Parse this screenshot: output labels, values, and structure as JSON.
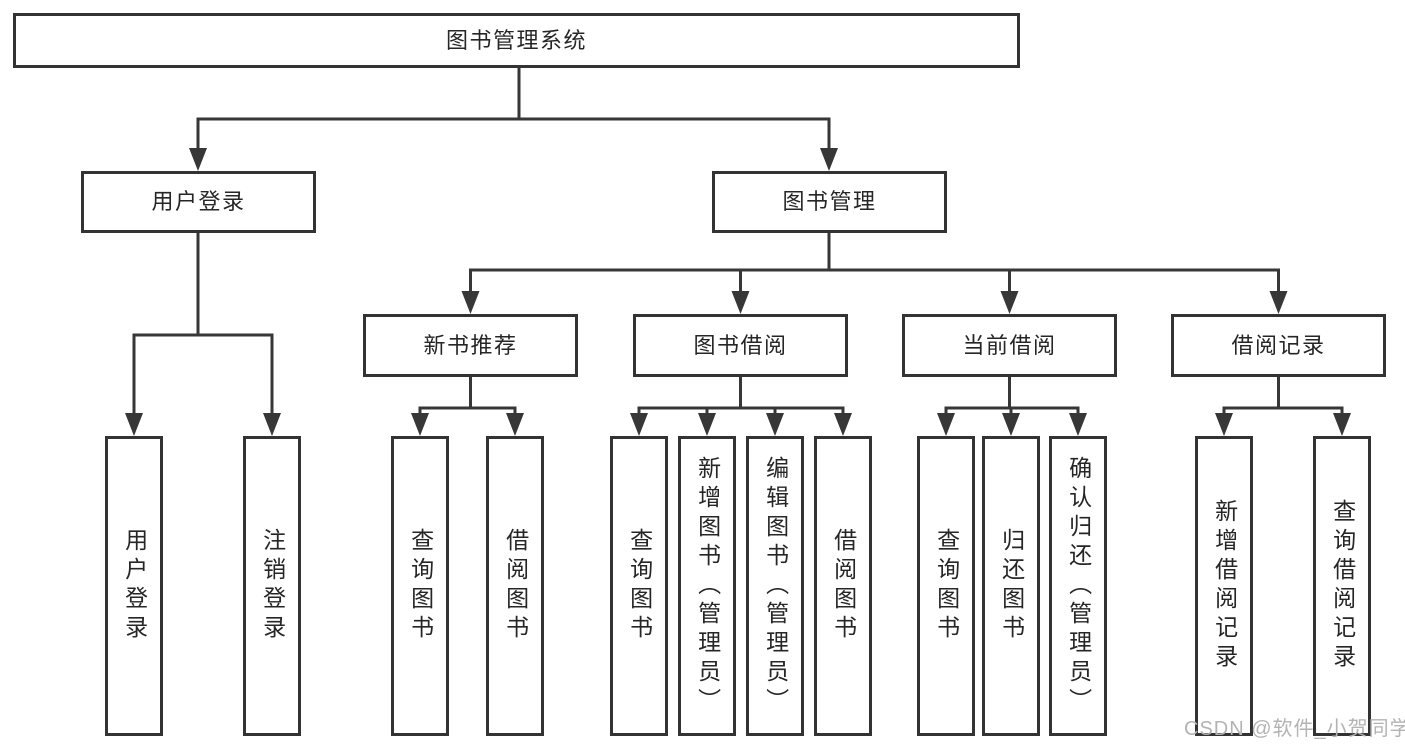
{
  "tree": {
    "root": {
      "label": "图书管理系统"
    },
    "level2": [
      {
        "label": "用户登录",
        "children": [
          {
            "label": "用户登录"
          },
          {
            "label": "注销登录"
          }
        ]
      },
      {
        "label": "图书管理",
        "groups": [
          {
            "label": "新书推荐",
            "children": [
              {
                "label": "查询图书"
              },
              {
                "label": "借阅图书"
              }
            ]
          },
          {
            "label": "图书借阅",
            "children": [
              {
                "label": "查询图书"
              },
              {
                "label": "新增图书（管理员）"
              },
              {
                "label": "编辑图书（管理员）"
              },
              {
                "label": "借阅图书"
              }
            ]
          },
          {
            "label": "当前借阅",
            "children": [
              {
                "label": "查询图书"
              },
              {
                "label": "归还图书"
              },
              {
                "label": "确认归还（管理员）"
              }
            ]
          },
          {
            "label": "借阅记录",
            "children": [
              {
                "label": "新增借阅记录"
              },
              {
                "label": "查询借阅记录"
              }
            ]
          }
        ]
      }
    ]
  },
  "watermark": {
    "text": "CSDN @软件_小贺同学"
  },
  "colors": {
    "line": "#373737",
    "box_border": "#333333",
    "text": "#262626",
    "watermark": "#b3b3b3",
    "background": "#ffffff"
  }
}
